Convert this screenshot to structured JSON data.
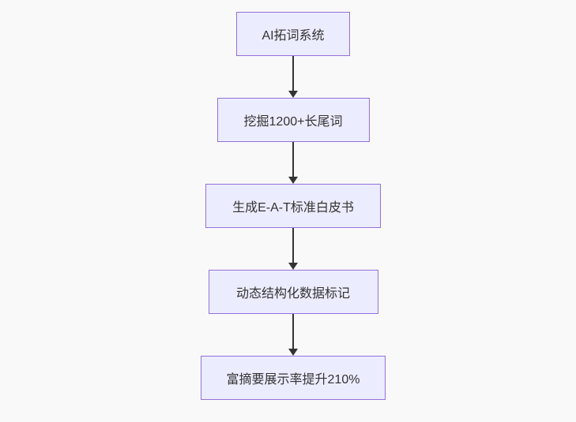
{
  "flowchart": {
    "type": "flowchart-vertical",
    "nodes": [
      {
        "label": "AI拓词系统"
      },
      {
        "label": "挖掘1200+长尾词"
      },
      {
        "label": "生成E-A-T标准白皮书"
      },
      {
        "label": "动态结构化数据标记"
      },
      {
        "label": "富摘要展示率提升210%"
      }
    ],
    "edges": [
      {
        "from": 0,
        "to": 1,
        "style": "arrow-down"
      },
      {
        "from": 1,
        "to": 2,
        "style": "arrow-down"
      },
      {
        "from": 2,
        "to": 3,
        "style": "arrow-down"
      },
      {
        "from": 3,
        "to": 4,
        "style": "arrow-down"
      }
    ]
  },
  "colors": {
    "background": "#f9f9f9",
    "node_fill": "#ececff",
    "node_border": "#9370db",
    "arrow": "#333333",
    "text": "#333333"
  }
}
